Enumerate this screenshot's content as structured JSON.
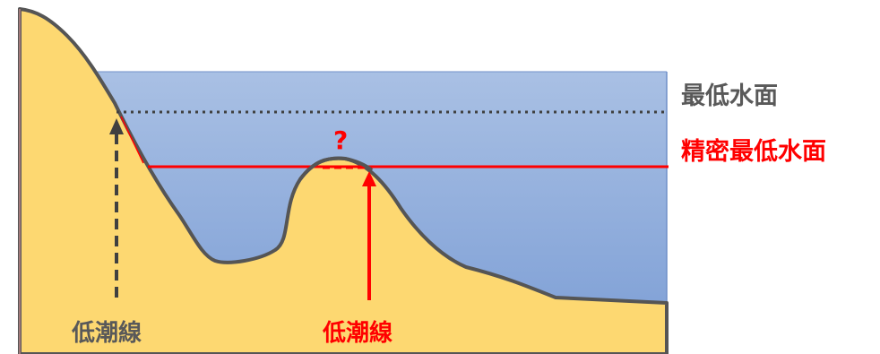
{
  "labels": {
    "lowest_water_level": "最低水面",
    "precise_lowest_water_level": "精密最低水面",
    "question_mark": "?",
    "low_tide_line_left": "低潮線",
    "low_tide_line_right": "低潮線"
  },
  "colors": {
    "water_top": "#a9c0e4",
    "water_bottom": "#7fa0d6",
    "water_edge": "#6f8fc8",
    "land_fill": "#fdd871",
    "land_outline": "#555555",
    "gray_text": "#595959",
    "red": "#ff0000",
    "dotted_line": "#404040"
  },
  "icons": {
    "left_arrow": "dashed-up-arrow-icon",
    "right_arrow": "solid-up-arrow-icon"
  }
}
